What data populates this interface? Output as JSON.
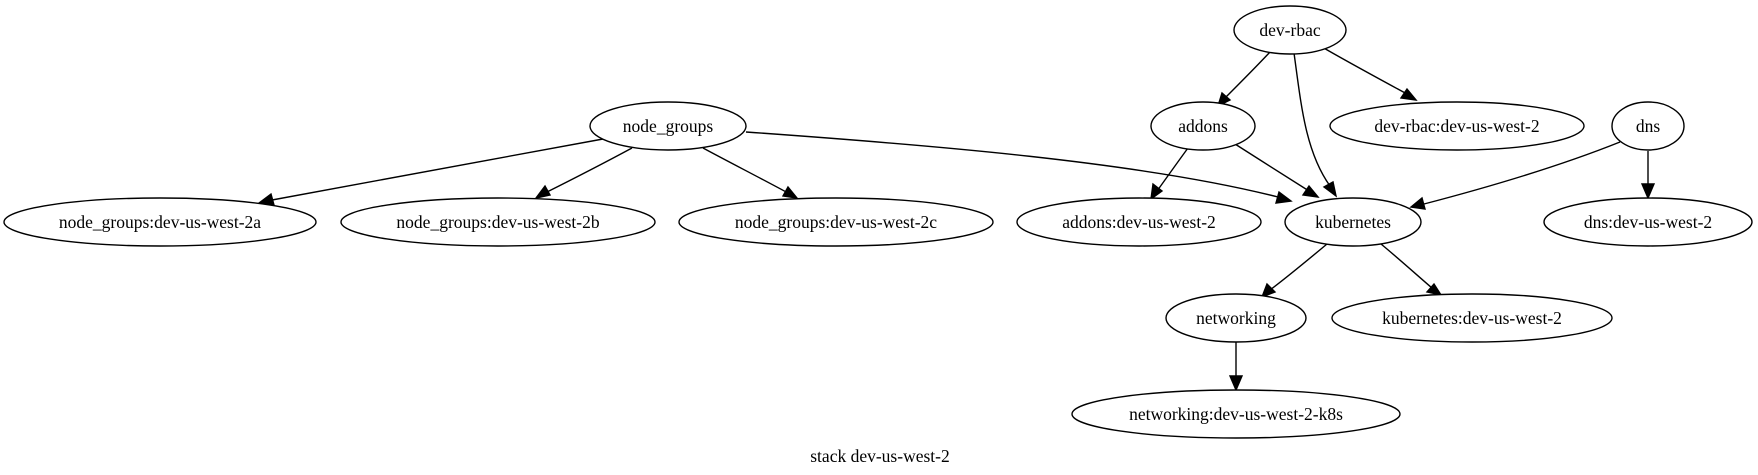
{
  "graph": {
    "caption": "stack dev-us-west-2",
    "nodes": [
      {
        "id": "dev_rbac",
        "label": "dev-rbac"
      },
      {
        "id": "node_groups",
        "label": "node_groups"
      },
      {
        "id": "addons",
        "label": "addons"
      },
      {
        "id": "dev_rbac_env",
        "label": "dev-rbac:dev-us-west-2"
      },
      {
        "id": "dns",
        "label": "dns"
      },
      {
        "id": "ng_a",
        "label": "node_groups:dev-us-west-2a"
      },
      {
        "id": "ng_b",
        "label": "node_groups:dev-us-west-2b"
      },
      {
        "id": "ng_c",
        "label": "node_groups:dev-us-west-2c"
      },
      {
        "id": "addons_env",
        "label": "addons:dev-us-west-2"
      },
      {
        "id": "kubernetes",
        "label": "kubernetes"
      },
      {
        "id": "dns_env",
        "label": "dns:dev-us-west-2"
      },
      {
        "id": "networking",
        "label": "networking"
      },
      {
        "id": "kubernetes_env",
        "label": "kubernetes:dev-us-west-2"
      },
      {
        "id": "networking_env",
        "label": "networking:dev-us-west-2-k8s"
      }
    ],
    "edges": [
      {
        "from": "dev_rbac",
        "to": "addons"
      },
      {
        "from": "dev_rbac",
        "to": "dev_rbac_env"
      },
      {
        "from": "dev_rbac",
        "to": "kubernetes"
      },
      {
        "from": "node_groups",
        "to": "ng_a"
      },
      {
        "from": "node_groups",
        "to": "ng_b"
      },
      {
        "from": "node_groups",
        "to": "ng_c"
      },
      {
        "from": "node_groups",
        "to": "kubernetes"
      },
      {
        "from": "addons",
        "to": "addons_env"
      },
      {
        "from": "addons",
        "to": "kubernetes"
      },
      {
        "from": "dns",
        "to": "kubernetes"
      },
      {
        "from": "dns",
        "to": "dns_env"
      },
      {
        "from": "kubernetes",
        "to": "networking"
      },
      {
        "from": "kubernetes",
        "to": "kubernetes_env"
      },
      {
        "from": "networking",
        "to": "networking_env"
      }
    ]
  }
}
